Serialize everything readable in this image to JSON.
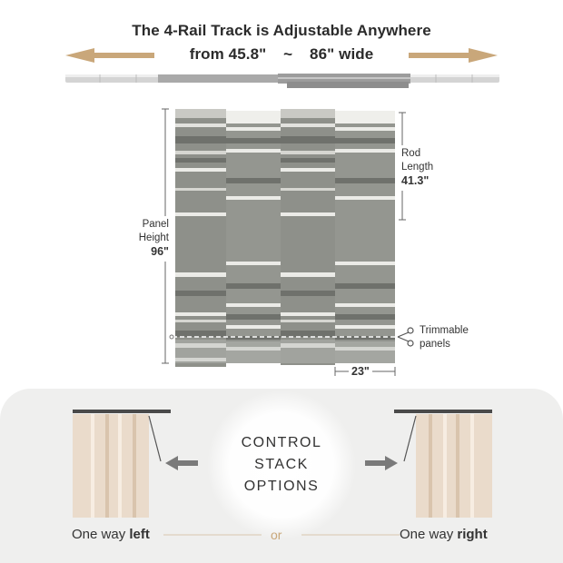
{
  "heading": {
    "line1": "The 4-Rail Track is Adjustable Anywhere",
    "min_width": "from 45.8\"",
    "separator": "~",
    "max_width": "86\" wide"
  },
  "dimensions": {
    "rod_length_label": "Rod",
    "rod_length_label2": "Length",
    "rod_length_value": "41.3\"",
    "panel_height_label": "Panel",
    "panel_height_label2": "Height",
    "panel_height_value": "96\"",
    "panel_width_value": "23\"",
    "trim_label": "Trimmable",
    "trim_label2": "panels"
  },
  "control": {
    "line1": "CONTROL",
    "line2": "STACK",
    "line3": "OPTIONS"
  },
  "options": {
    "left_prefix": "One way ",
    "left_bold": "left",
    "or": "or",
    "right_prefix": "One way ",
    "right_bold": "right"
  },
  "colors": {
    "arrow_tan": "#c9a77a",
    "panel_gray": "#8d8f88",
    "stack_beige": "#eadbcb",
    "background_panel": "#efefee"
  }
}
